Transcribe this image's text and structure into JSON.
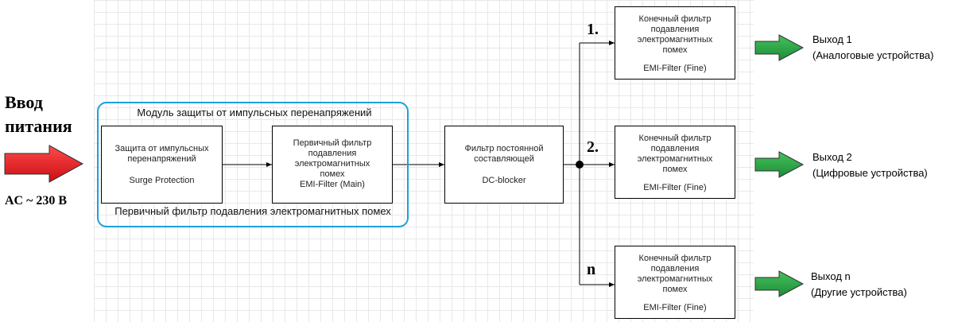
{
  "input": {
    "title_line1": "Ввод",
    "title_line2": "питания",
    "voltage": "AC ~ 230 В",
    "arrow_color": "#e8151b"
  },
  "protection_module": {
    "title": "Модуль защиты от импульсных перенапряжений",
    "bottom_label": "Первичный фильтр подавления электромагнитных помех",
    "border_color": "#1ba1d8"
  },
  "blocks": {
    "surge": {
      "line1": "Защита от импульсных",
      "line2": "перенапряжений",
      "line3": "Surge Protection"
    },
    "emi_main": {
      "line1": "Первичный фильтр",
      "line2": "подавления",
      "line3": "электромагнитных",
      "line4": "помех",
      "line5": "EMI-Filter (Main)"
    },
    "dc_blocker": {
      "line1": "Фильтр постоянной",
      "line2": "составляющей",
      "line3": "DC-blocker"
    }
  },
  "fine_filter": {
    "line1": "Конечный фильтр",
    "line2": "подавления",
    "line3": "электромагнитных",
    "line4": "помех",
    "line5": "EMI-Filter (Fine)"
  },
  "branches": [
    {
      "number": "1.",
      "output_title": "Выход 1",
      "output_desc": "(Аналоговые устройства)"
    },
    {
      "number": "2.",
      "output_title": "Выход 2",
      "output_desc": "(Цифровые устройства)"
    },
    {
      "number": "n",
      "output_title": "Выход n",
      "output_desc": "(Другие устройства)"
    }
  ],
  "output_arrow_color": "#27a844"
}
